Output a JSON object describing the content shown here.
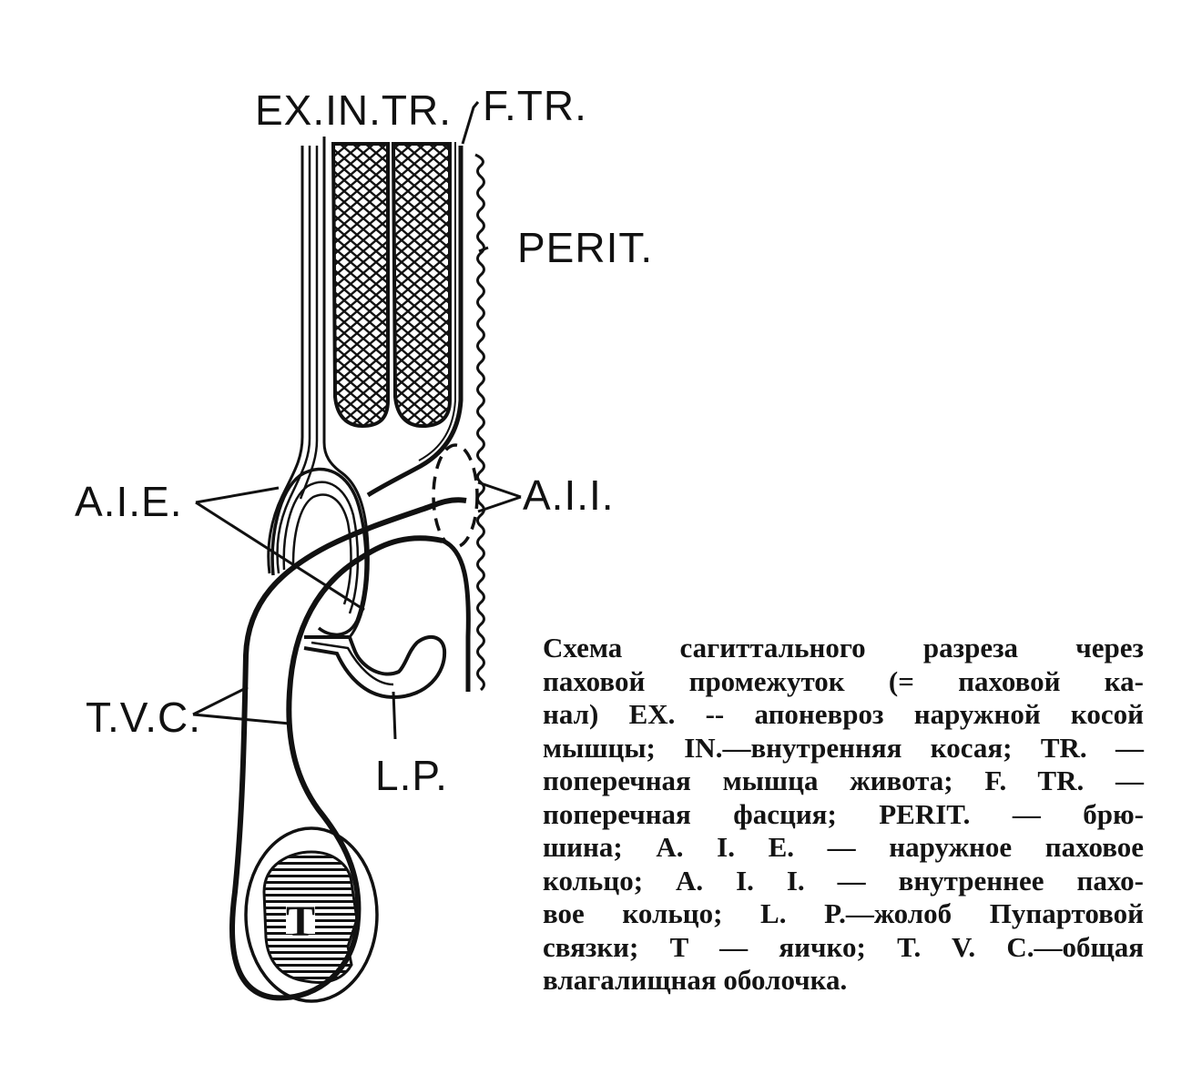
{
  "labels": {
    "ex_in_tr": "EX.IN.TR.",
    "f_tr": "F.TR.",
    "perit": "PERIT.",
    "aie": "A.I.E.",
    "aii": "A.I.I.",
    "tvc": "T.V.C.",
    "lp": "L.P.",
    "testis": "T"
  },
  "caption": [
    "Схема сагиттального разреза через",
    "паховой промежуток (= паховой ка-",
    "нал) EX. -- апоневроз наружной косой",
    "мышцы; IN.—внутренняя косая; TR. —",
    "поперечная мышца живота; F. TR. —",
    "поперечная фасция; PERIT. — брю-",
    "шина; А. I. Е. — наружное паховое",
    "кольцо; А. I. I. — внутреннее пахо-",
    "вое кольцо; L. P.—жолоб Пупартовой",
    "связки; T — яичко; T. V. C.—общая",
    "влагалищная оболочка."
  ],
  "colors": {
    "ink": "#111111",
    "paper": "#ffffff"
  }
}
